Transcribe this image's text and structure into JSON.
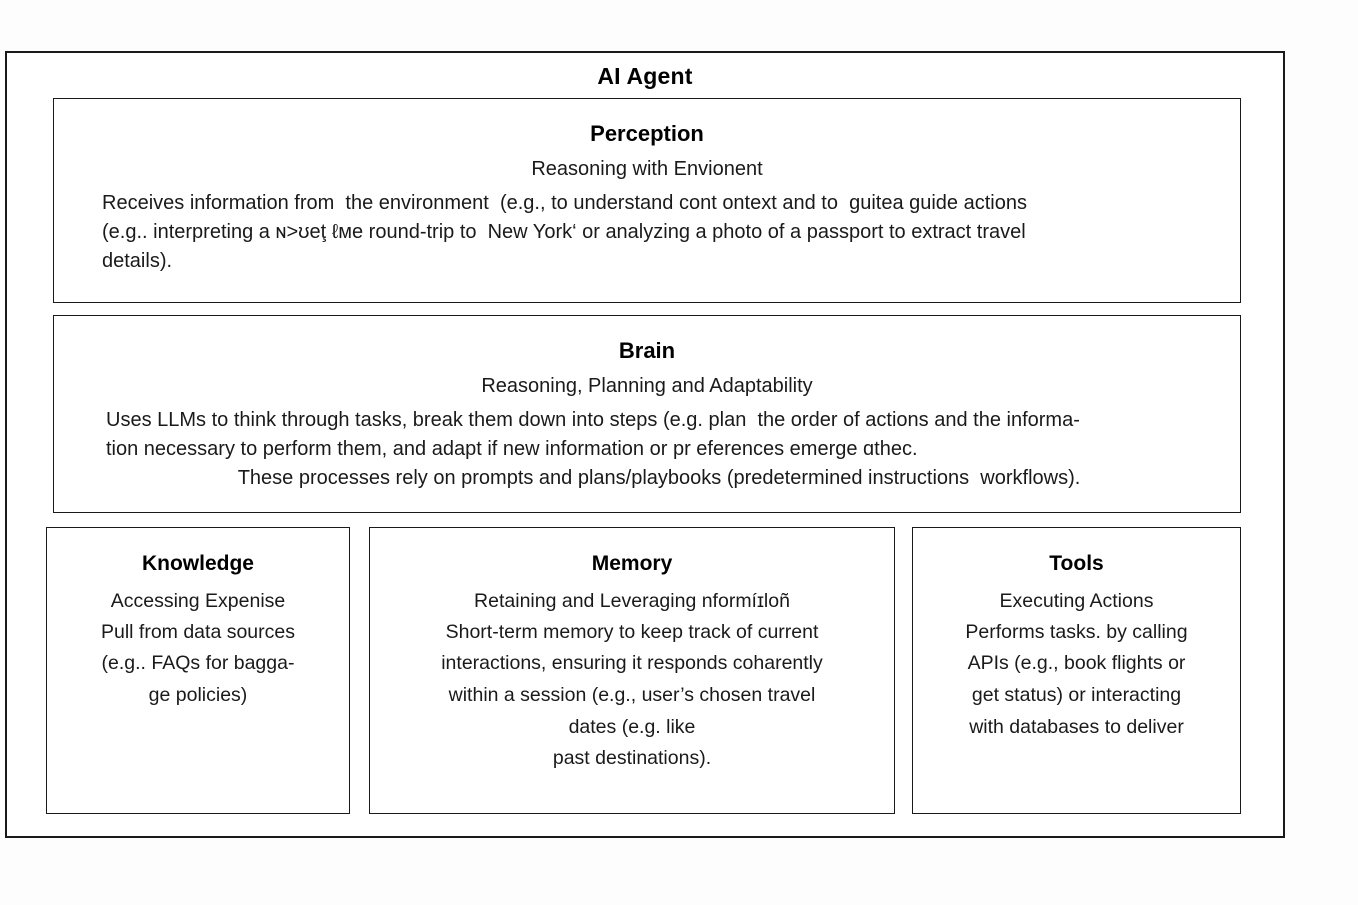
{
  "diagram": {
    "title": "AI Agent",
    "perception": {
      "heading": "Perception",
      "subtitle": "Reasoning with Envionent",
      "lines": [
        "Receives information from  the environment  (e.g., to understand cont ontext and to  guitea guide actions",
        "(e.g.. interpreting a ɴ>ʊeţ ℓмe round-trip to  New York‘ or analyzing a photo of a passport to extract travel",
        "details)."
      ],
      "line_align": [
        "left",
        "left",
        "left"
      ]
    },
    "brain": {
      "heading": "Brain",
      "subtitle": "Reasoning, Planning and Adaptability",
      "lines": [
        "Uses LLMs to think through tasks, break them down into steps (e.g. plan  the order of actions and the informa-",
        "tion necessary to perform them, and adapt if new information or pr eferences emerge ɑthec.",
        "These processes rely on prompts and plans/playbooks (predetermined instructions  workflows)."
      ],
      "line_align": [
        "left",
        "left",
        "center"
      ]
    },
    "columns": [
      {
        "heading": "Knowledge",
        "subtitle": "Accessing Expenise",
        "lines": [
          "Pull from data sources",
          "(e.g.. FAQs for bagga-",
          "ge policies)"
        ]
      },
      {
        "heading": "Memory",
        "subtitle": "Retaining and Leveraging nformíɪloñ",
        "lines": [
          "Short-term memory to keep track of current",
          "interactions, ensuring it responds coharently",
          "within a session (e.g., user’s chosen travel",
          "dates (e.g. like",
          "past destinations)."
        ]
      },
      {
        "heading": "Tools",
        "subtitle": "Executing Actions",
        "lines": [
          "Performs tasks. by calling",
          "APIs (e.g., book flights or",
          "get status) or interacting",
          "with databases to deliver"
        ]
      }
    ],
    "colors": {
      "border": "#1a1a1a",
      "text": "#1a1a1a",
      "background": "#ffffff"
    }
  }
}
